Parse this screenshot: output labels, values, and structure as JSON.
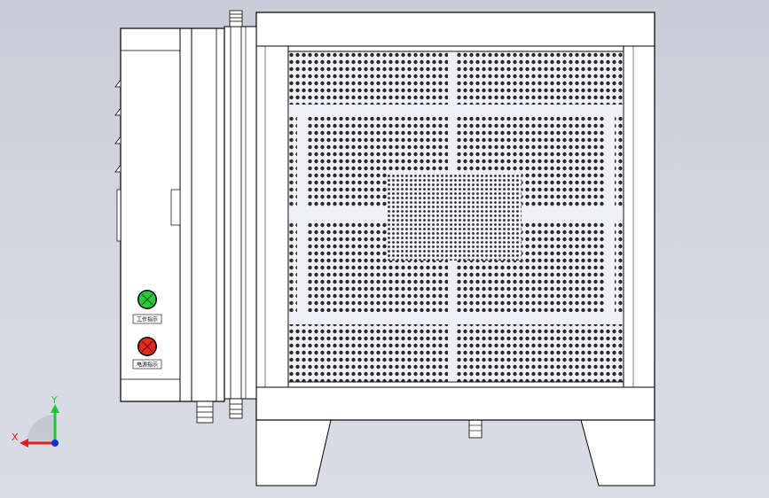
{
  "panel": {
    "work_indicator_label": "工作指示",
    "power_indicator_label": "电源指示",
    "work_indicator_color": "#2fc640",
    "power_indicator_color": "#e02a1e"
  },
  "triad": {
    "x_label": "X",
    "y_label": "Y",
    "x_color": "#e0201c",
    "y_color": "#1fc43a",
    "z_color": "#1030d8"
  }
}
